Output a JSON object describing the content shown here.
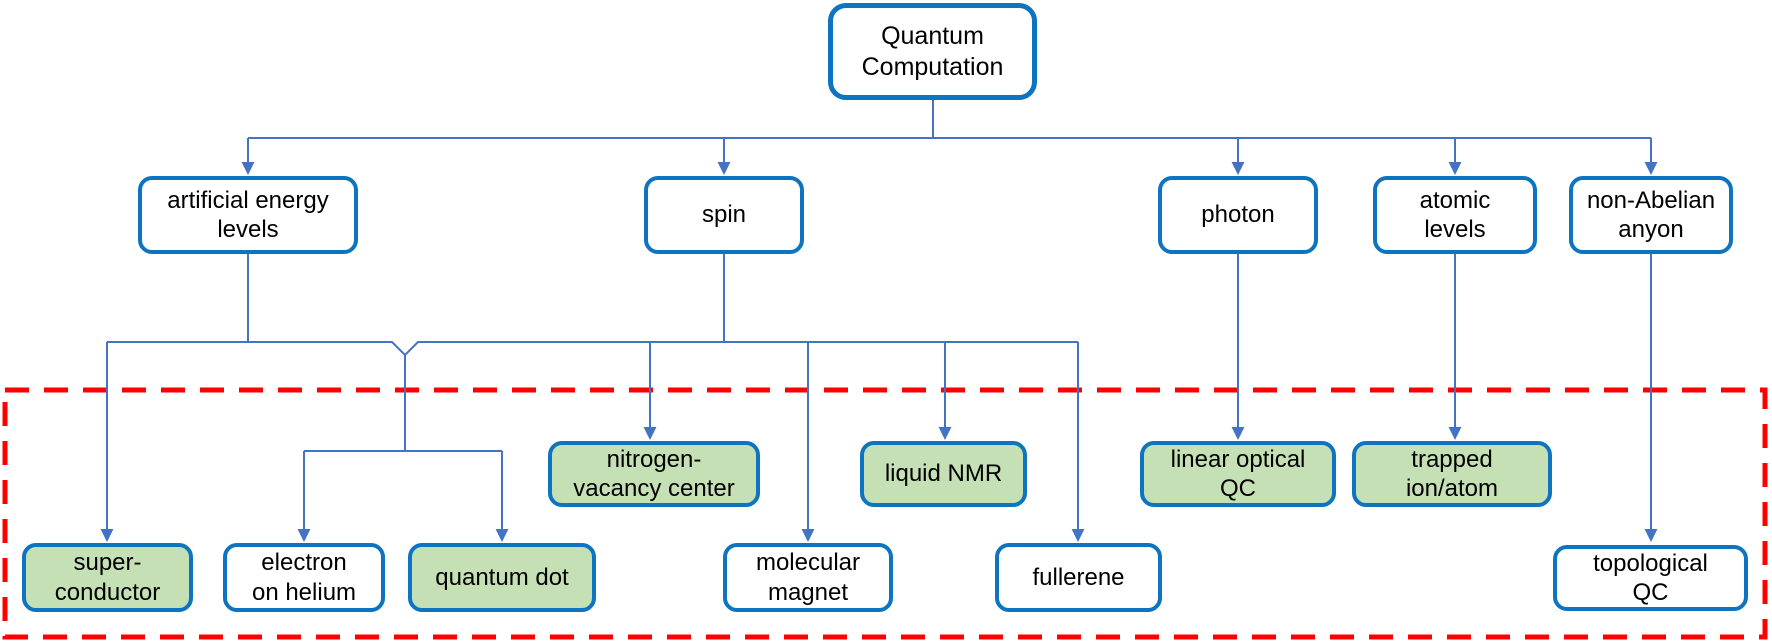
{
  "diagram": {
    "type": "tree",
    "description_of_red_region": "red dashed rectangle enclosing all physical-implementation leaf nodes",
    "colors": {
      "box_border_blue": "#0c74c0",
      "connector_blue": "#4472c4",
      "highlight_green_fill": "#c5e0b4",
      "plain_fill": "#ffffff",
      "red_dashed_border": "#ff0000",
      "text": "#000000"
    },
    "edges": [
      [
        "quantum-computation",
        "artificial-energy-levels"
      ],
      [
        "quantum-computation",
        "spin"
      ],
      [
        "quantum-computation",
        "photon"
      ],
      [
        "quantum-computation",
        "atomic-levels"
      ],
      [
        "quantum-computation",
        "non-abelian-anyon"
      ],
      [
        "artificial-energy-levels",
        "super-conductor"
      ],
      [
        "artificial-energy-levels",
        "electron-on-helium"
      ],
      [
        "artificial-energy-levels",
        "quantum-dot"
      ],
      [
        "spin",
        "nitrogen-vacancy-center"
      ],
      [
        "spin",
        "molecular-magnet"
      ],
      [
        "spin",
        "liquid-nmr"
      ],
      [
        "spin",
        "fullerene"
      ],
      [
        "photon",
        "linear-optical-qc"
      ],
      [
        "atomic-levels",
        "trapped-ion-atom"
      ],
      [
        "non-abelian-anyon",
        "topological-qc"
      ]
    ]
  },
  "nodes": {
    "root": {
      "label": "Quantum\nComputation",
      "highlighted": false
    },
    "artificial": {
      "label": "artificial energy\nlevels",
      "highlighted": false
    },
    "spin": {
      "label": "spin",
      "highlighted": false
    },
    "photon": {
      "label": "photon",
      "highlighted": false
    },
    "atomic": {
      "label": "atomic\nlevels",
      "highlighted": false
    },
    "nonabelian": {
      "label": "non-Abelian\nanyon",
      "highlighted": false
    },
    "nv": {
      "label": "nitrogen-\nvacancy center",
      "highlighted": true
    },
    "nmr": {
      "label": "liquid NMR",
      "highlighted": true
    },
    "loqc": {
      "label": "linear optical\nQC",
      "highlighted": true
    },
    "trapped": {
      "label": "trapped\nion/atom",
      "highlighted": true
    },
    "super": {
      "label": "super-\nconductor",
      "highlighted": true
    },
    "helium": {
      "label": "electron\non helium",
      "highlighted": false
    },
    "qdot": {
      "label": "quantum dot",
      "highlighted": true
    },
    "molmag": {
      "label": "molecular\nmagnet",
      "highlighted": false
    },
    "fullerene": {
      "label": "fullerene",
      "highlighted": false
    },
    "topo": {
      "label": "topological\nQC",
      "highlighted": false
    }
  }
}
